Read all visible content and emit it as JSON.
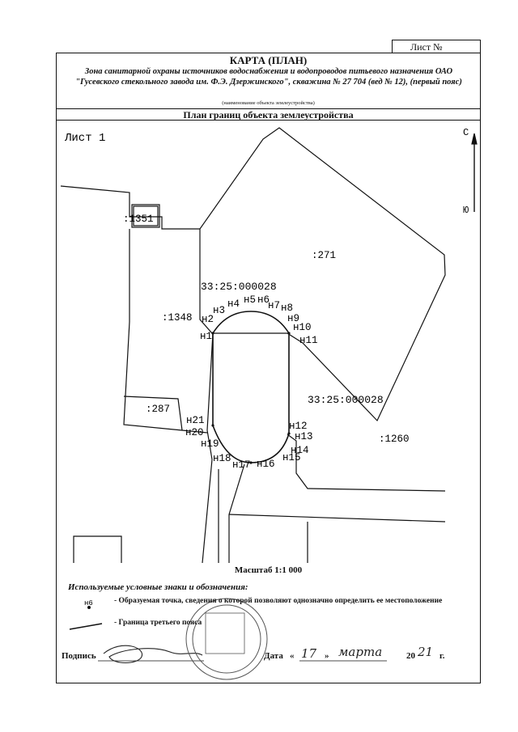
{
  "sheet": {
    "label": "Лист №"
  },
  "header": {
    "title": "КАРТА (ПЛАН)",
    "subtitle": "Зона санитарной охраны источников водоснабжения и водопроводов питьевого назначения ОАО \"Гусевского стекольного завода им. Ф.Э. Дзержинского\", скважина № 27 704 (вед № 12), (первый пояс)",
    "note": "(наименование объекта землеустройства)",
    "plan_title": "План границ объекта землеустройства"
  },
  "map": {
    "page_label": "Лист 1",
    "compass": {
      "north": "С",
      "south": "Ю"
    },
    "parcels": [
      ":1351",
      ":271",
      ":1348",
      ":287",
      ":1260"
    ],
    "quarters": [
      "33:25:000028",
      "33:25:000028"
    ],
    "points": [
      "н1",
      "н2",
      "н3",
      "н4",
      "н5",
      "н6",
      "н7",
      "н8",
      "н9",
      "н10",
      "н11",
      "н12",
      "н13",
      "н14",
      "н15",
      "н16",
      "н17",
      "н18",
      "н19",
      "н20",
      "н21"
    ]
  },
  "scale": "Масштаб 1:1 000",
  "legend": {
    "title": "Используемые условные знаки и обозначения:",
    "point_symbol": "н6",
    "point_desc": "- Образуемая точка, сведения о которой позволяют однозначно определить ее местоположение",
    "line_desc": "- Граница третьего пояса"
  },
  "footer": {
    "signature_label": "Подпись",
    "date_label": "Дата",
    "day": "17",
    "month": "марта",
    "year_prefix": "20",
    "year_suffix": "21",
    "year_end": "г."
  },
  "colors": {
    "ink": "#111111",
    "stamp": "#555555"
  }
}
